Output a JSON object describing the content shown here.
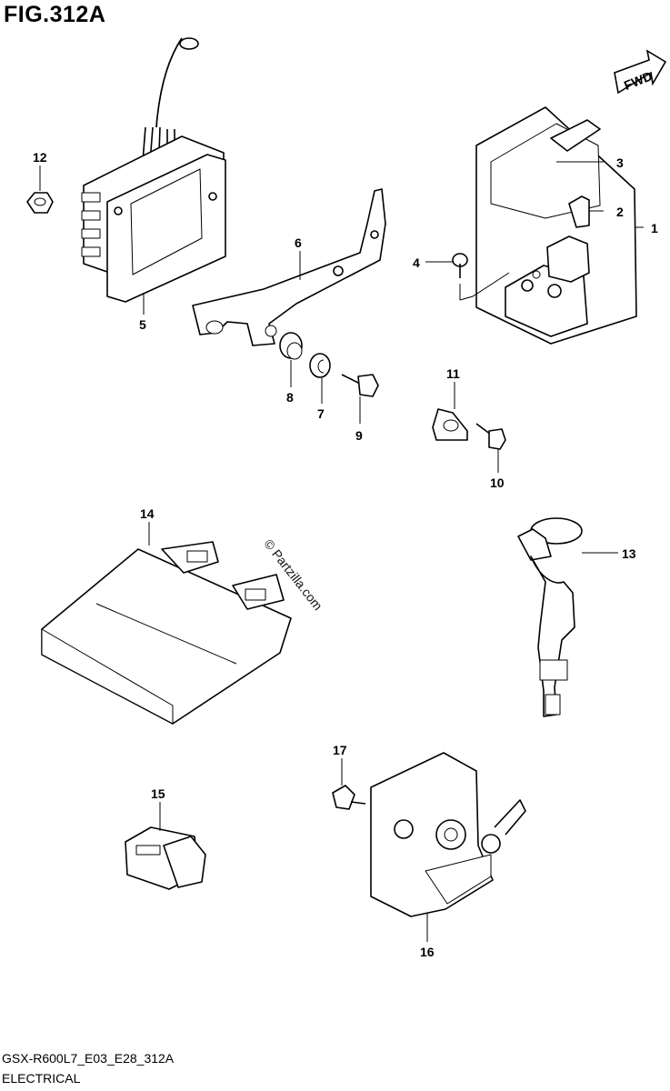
{
  "figure": {
    "title": "FIG.312A",
    "code": "GSX-R600L7_E03_E28_312A",
    "name": "ELECTRICAL",
    "direction_label": "FWD",
    "watermark": "© Partzilla.com"
  },
  "callouts": [
    {
      "id": "1",
      "label": "1"
    },
    {
      "id": "2",
      "label": "2"
    },
    {
      "id": "3",
      "label": "3"
    },
    {
      "id": "4",
      "label": "4"
    },
    {
      "id": "5",
      "label": "5"
    },
    {
      "id": "6",
      "label": "6"
    },
    {
      "id": "7",
      "label": "7"
    },
    {
      "id": "8",
      "label": "8"
    },
    {
      "id": "9",
      "label": "9"
    },
    {
      "id": "10",
      "label": "10"
    },
    {
      "id": "11",
      "label": "11"
    },
    {
      "id": "12",
      "label": "12"
    },
    {
      "id": "13",
      "label": "13"
    },
    {
      "id": "14",
      "label": "14"
    },
    {
      "id": "15",
      "label": "15"
    },
    {
      "id": "16",
      "label": "16"
    },
    {
      "id": "17",
      "label": "17"
    }
  ]
}
